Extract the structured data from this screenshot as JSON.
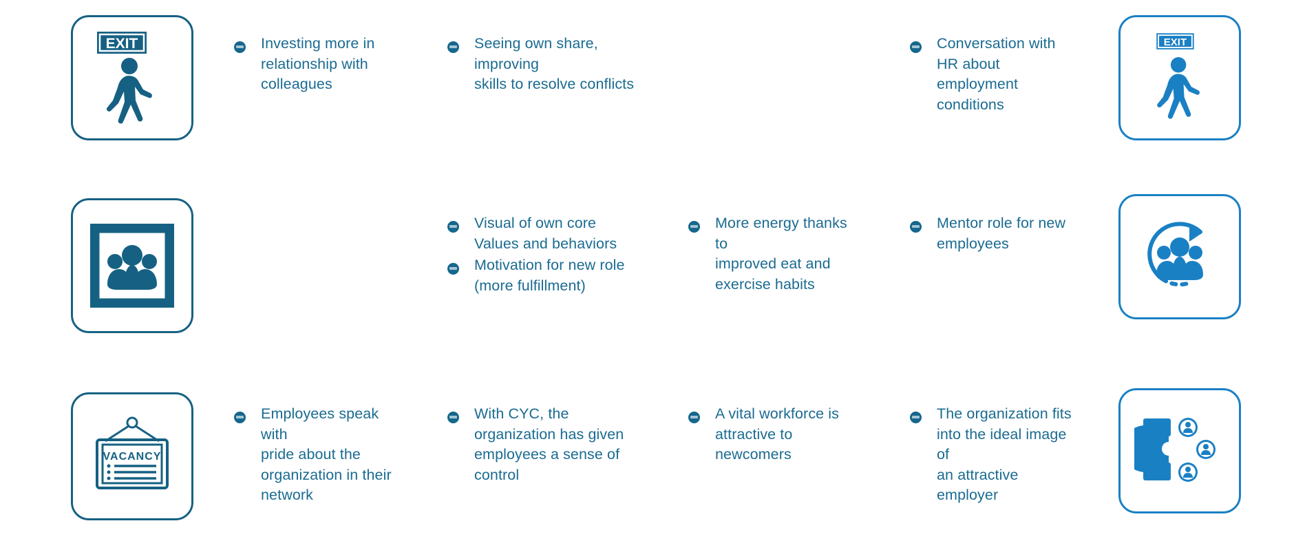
{
  "theme": {
    "left_icon_color": "#166183",
    "right_icon_color": "#1a80c4",
    "text_color": "#1a6b91",
    "bullet_color": "#15678c",
    "background": "#ffffff"
  },
  "brand": "CYC",
  "rows": [
    {
      "left_icon": {
        "name": "exit-sign-walking-person-icon",
        "label": "EXIT"
      },
      "right_icon": {
        "name": "exit-sign-walking-person-icon",
        "label": "EXIT"
      },
      "columns": [
        {
          "bullets": [
            "Investing more in\nrelationship with\ncolleagues"
          ]
        },
        {
          "bullets": [
            "Seeing own share, improving\nskills to resolve conflicts"
          ]
        },
        {
          "bullets": []
        },
        {
          "bullets": [
            "Conversation with\nHR about\nemployment\nconditions"
          ]
        }
      ]
    },
    {
      "left_icon": {
        "name": "framed-group-of-people-icon",
        "label": ""
      },
      "right_icon": {
        "name": "group-of-people-refresh-cycle-icon",
        "label": ""
      },
      "columns": [
        {
          "bullets": []
        },
        {
          "bullets": [
            "Visual of own core\nValues and behaviors",
            "Motivation for new role\n(more fulfillment)"
          ]
        },
        {
          "bullets": [
            "More energy thanks to\nimproved eat and\nexercise habits"
          ]
        },
        {
          "bullets": [
            "Mentor role for new\nemployees"
          ]
        }
      ]
    },
    {
      "left_icon": {
        "name": "vacancy-hanging-sign-icon",
        "label": "VACANCY"
      },
      "right_icon": {
        "name": "magnet-attracting-people-icon",
        "label": ""
      },
      "columns": [
        {
          "bullets": [
            "Employees speak with\npride about the\norganization in their\nnetwork"
          ]
        },
        {
          "bullets": [
            "With CYC, the\norganization has given\nemployees a sense of\ncontrol"
          ]
        },
        {
          "bullets": [
            "A vital workforce is\nattractive to\nnewcomers"
          ]
        },
        {
          "bullets": [
            "The organization fits\ninto the ideal image of\nan attractive employer"
          ]
        }
      ]
    }
  ]
}
